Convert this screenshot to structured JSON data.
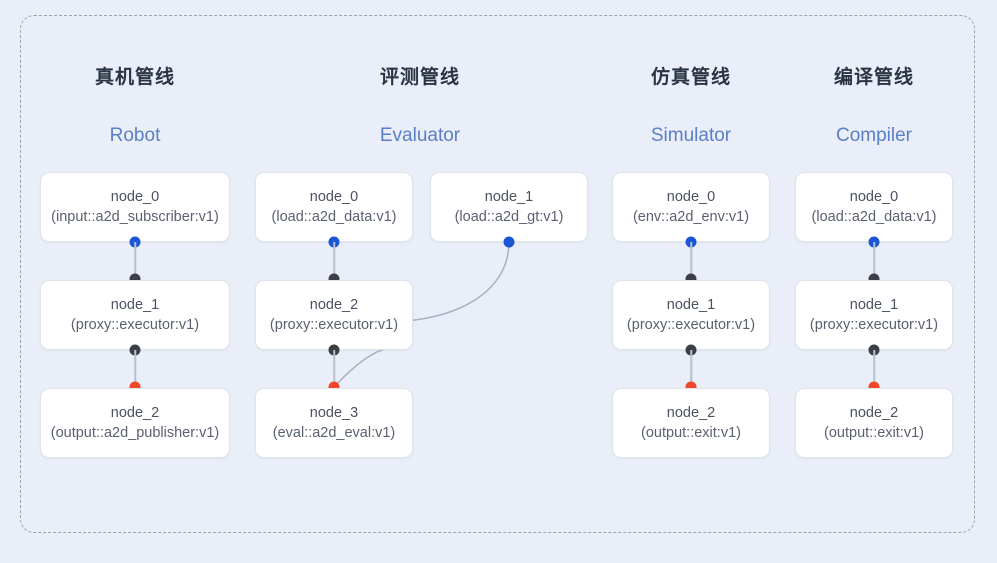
{
  "canvas": {
    "background_color": "#e9eef8",
    "frame_style": "dashed-rounded"
  },
  "palette": {
    "port_output": "#1a56d6",
    "port_intermediate": "#3c3f45",
    "port_terminal": "#f0472a",
    "title_color": "#2b3442",
    "subtitle_color": "#5b7fc7",
    "edge_color": "#a9b1c0"
  },
  "columns": [
    {
      "id": "robot",
      "title": "真机管线",
      "subtitle": "Robot",
      "nodes": [
        {
          "name": "node_0",
          "type": "(input::a2d_subscriber:v1)"
        },
        {
          "name": "node_1",
          "type": "(proxy::executor:v1)"
        },
        {
          "name": "node_2",
          "type": "(output::a2d_publisher:v1)"
        }
      ]
    },
    {
      "id": "evaluator",
      "title": "评测管线",
      "subtitle": "Evaluator",
      "nodes": [
        {
          "name": "node_0",
          "type": "(load::a2d_data:v1)"
        },
        {
          "name": "node_2",
          "type": "(proxy::executor:v1)"
        },
        {
          "name": "node_3",
          "type": "(eval::a2d_eval:v1)"
        }
      ],
      "side_nodes": [
        {
          "name": "node_1",
          "type": "(load::a2d_gt:v1)"
        }
      ]
    },
    {
      "id": "simulator",
      "title": "仿真管线",
      "subtitle": "Simulator",
      "nodes": [
        {
          "name": "node_0",
          "type": "(env::a2d_env:v1)"
        },
        {
          "name": "node_1",
          "type": "(proxy::executor:v1)"
        },
        {
          "name": "node_2",
          "type": "(output::exit:v1)"
        }
      ]
    },
    {
      "id": "compiler",
      "title": "编译管线",
      "subtitle": "Compiler",
      "nodes": [
        {
          "name": "node_0",
          "type": "(load::a2d_data:v1)"
        },
        {
          "name": "node_1",
          "type": "(proxy::executor:v1)"
        },
        {
          "name": "node_2",
          "type": "(output::exit:v1)"
        }
      ]
    }
  ]
}
